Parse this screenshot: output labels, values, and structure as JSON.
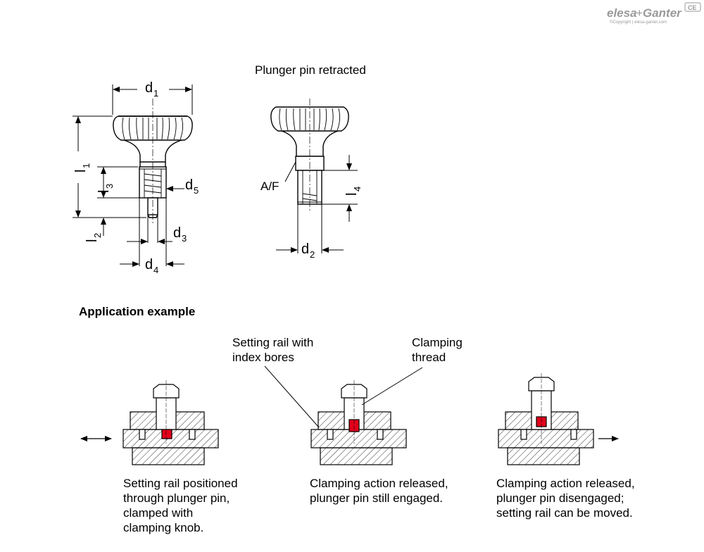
{
  "logo": {
    "brand_a": "elesa",
    "plus": "+",
    "brand_b": "Ganter",
    "badge": "CE",
    "copyright": "©Copyright | elesa-ganter.com"
  },
  "top_view": {
    "retracted_label": "Plunger pin retracted",
    "af_label": "A/F"
  },
  "dimensions": {
    "d1": {
      "base": "d",
      "sub": "1"
    },
    "l1": {
      "base": "l",
      "sub": "1"
    },
    "l3": {
      "base": "l",
      "sub": "3"
    },
    "d5": {
      "base": "d",
      "sub": "5"
    },
    "l2": {
      "base": "l",
      "sub": "2"
    },
    "d3": {
      "base": "d",
      "sub": "3"
    },
    "d4": {
      "base": "d",
      "sub": "4"
    },
    "l4": {
      "base": "l",
      "sub": "4"
    },
    "d2": {
      "base": "d",
      "sub": "2"
    }
  },
  "application": {
    "heading": "Application example",
    "callout_rail": [
      "Setting rail with",
      "index bores"
    ],
    "callout_thread": [
      "Clamping",
      "thread"
    ],
    "captions": [
      [
        "Setting rail positioned",
        "through plunger pin,",
        "clamped with",
        "clamping knob."
      ],
      [
        "Clamping action released,",
        "plunger pin still engaged."
      ],
      [
        "Clamping action released,",
        "plunger pin disengaged;",
        "setting rail can be moved."
      ]
    ],
    "highlight_color": "#e0001a"
  }
}
